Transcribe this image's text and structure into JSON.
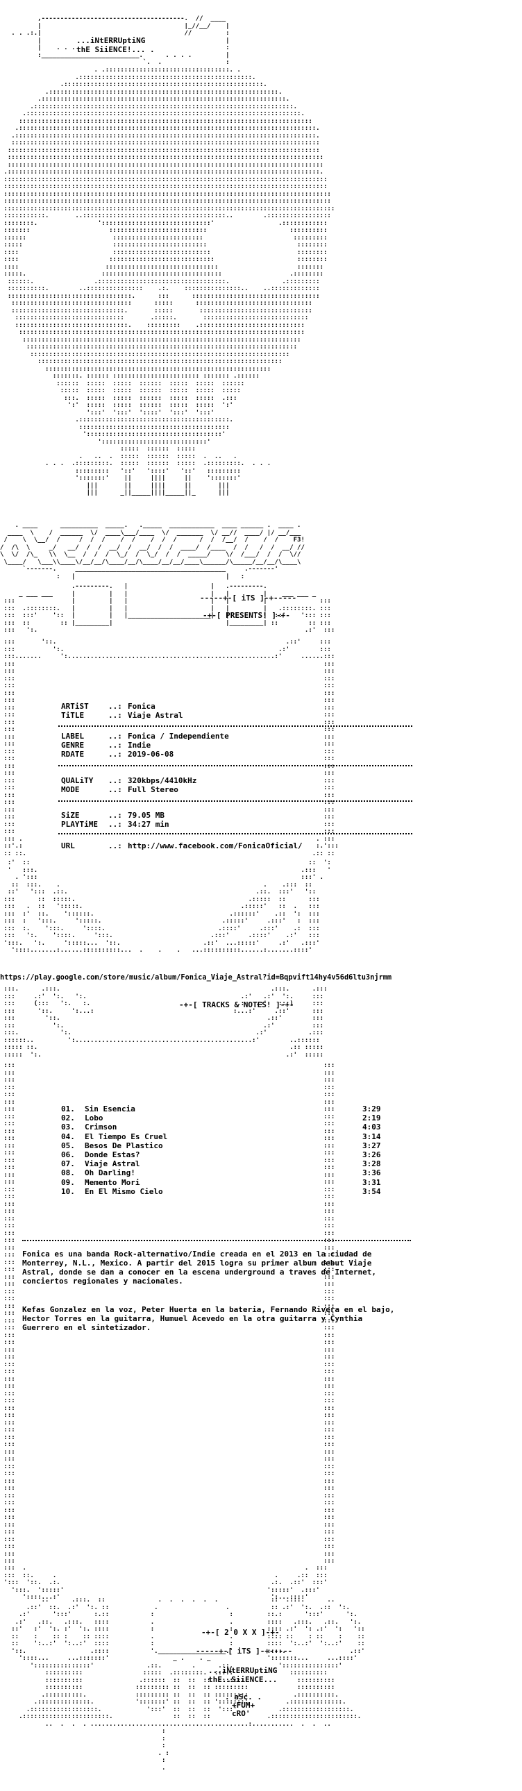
{
  "header": {
    "group_line1": "...iNtERRUptiNG",
    "group_line2": "thE SiiENCE!... ."
  },
  "banner": {
    "its": "-----+-[ iTS ]-+-----",
    "presents": "-+-[ PRESENTS! ]-+-"
  },
  "release_info": {
    "artist_key": "ARTiST",
    "artist": "Fonica",
    "title_key": "TiTLE",
    "title": "Viaje Astral",
    "label_key": "LABEL",
    "label": "Fonica / Independiente",
    "genre_key": "GENRE",
    "genre": "Indie",
    "rdate_key": "RDATE",
    "rdate": "2019-06-08",
    "quality_key": "QUALiTY",
    "quality": "320kbps/4410kHz",
    "mode_key": "MODE",
    "mode": "Full Stereo",
    "size_key": "SiZE",
    "size": "79.05 MB",
    "playtime_key": "PLAYTiME",
    "playtime": "34:27 min",
    "url_key": "URL",
    "url": "http://www.facebook.com/FonicaOficial/"
  },
  "store_url": "https://play.google.com/store/music/album/Fonica_Viaje_Astral?id=Bqpvift14hy4v56d6ltu3njrmm",
  "tracks_header": "-+-[ TRACKS & NOTES! ]-+-",
  "tracks": [
    {
      "num": "01.",
      "title": "Sin Esencia",
      "time": "3:29"
    },
    {
      "num": "02.",
      "title": "Lobo",
      "time": "2:19"
    },
    {
      "num": "03.",
      "title": "Crimson",
      "time": "4:03"
    },
    {
      "num": "04.",
      "title": "El Tiempo Es Cruel",
      "time": "3:14"
    },
    {
      "num": "05.",
      "title": "Besos De Plastico",
      "time": "3:27"
    },
    {
      "num": "06.",
      "title": "Donde Estas?",
      "time": "3:26"
    },
    {
      "num": "07.",
      "title": "Viaje Astral",
      "time": "3:28"
    },
    {
      "num": "08.",
      "title": "Oh Darling!",
      "time": "3:36"
    },
    {
      "num": "09.",
      "title": "Memento Mori",
      "time": "3:31"
    },
    {
      "num": "10.",
      "title": "En El Mismo Cielo",
      "time": "3:54"
    }
  ],
  "notes": {
    "p1": "Fonica es una banda Rock-alternativo/Indie creada en el 2013 en la ciudad de Monterrey, N.L., Mexico. A partir del 2015 logra su primer album debut Viaje Astral, donde se dan a conocer en la escena underground a traves de Internet, conciertos regionales y nacionales.",
    "p2": "Kefas Gonzalez en la voz, Peter Huerta en la bateria, Fernando Rivera en el bajo, Hector Torres en la guitarra, Humuel Acevedo en la otra guitarra y Cynthia Guerrero en el sintetizador."
  },
  "footer": {
    "year": "-+-[ 2 0 X X ]-+-",
    "its": "-----+-[ iTS ]-+-----",
    "group1": "...iNtERRUptiNG",
    "group2": "thE..SiiENCE...",
    "tag1": ". aSc. .",
    "tag2": "+FUM+",
    "tag3": "cRO'"
  }
}
